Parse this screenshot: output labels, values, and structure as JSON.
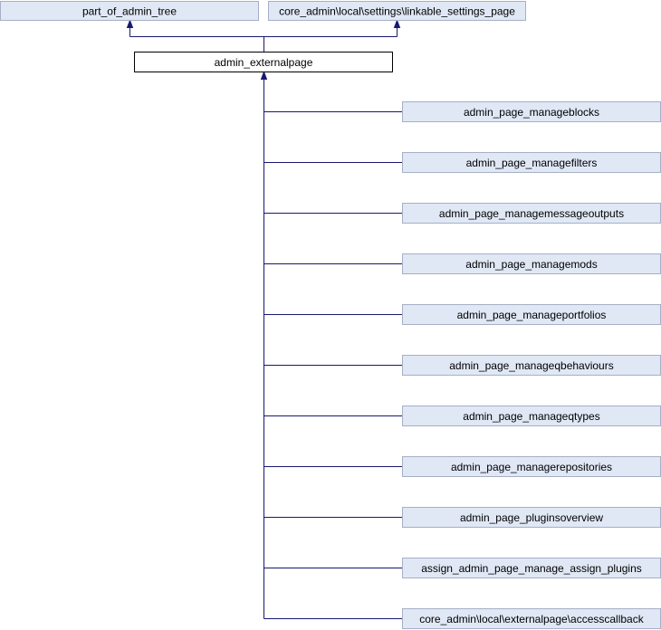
{
  "diagram": {
    "type": "class-inheritance-graph",
    "colors": {
      "edge": "#191970",
      "highlight_fill": "#ffffff",
      "highlight_border": "#000000",
      "node_fill": "#e0e8f5",
      "node_border": "#a6afc6"
    },
    "interfaces": [
      {
        "id": "part-of-admin-tree",
        "label": "part_of_admin_tree"
      },
      {
        "id": "linkable-settings-page",
        "label": "core_admin\\local\\settings\\linkable_settings_page"
      }
    ],
    "focus": {
      "id": "admin-externalpage",
      "label": "admin_externalpage"
    },
    "children": [
      {
        "id": "admin-page-manageblocks",
        "label": "admin_page_manageblocks"
      },
      {
        "id": "admin-page-managefilters",
        "label": "admin_page_managefilters"
      },
      {
        "id": "admin-page-managemessageoutputs",
        "label": "admin_page_managemessageoutputs"
      },
      {
        "id": "admin-page-managemods",
        "label": "admin_page_managemods"
      },
      {
        "id": "admin-page-manageportfolios",
        "label": "admin_page_manageportfolios"
      },
      {
        "id": "admin-page-manageqbehaviours",
        "label": "admin_page_manageqbehaviours"
      },
      {
        "id": "admin-page-manageqtypes",
        "label": "admin_page_manageqtypes"
      },
      {
        "id": "admin-page-managerepositories",
        "label": "admin_page_managerepositories"
      },
      {
        "id": "admin-page-pluginsoverview",
        "label": "admin_page_pluginsoverview"
      },
      {
        "id": "assign-admin-page-manage-assign-plugins",
        "label": "assign_admin_page_manage_assign_plugins"
      },
      {
        "id": "externalpage-accesscallback",
        "label": "core_admin\\local\\externalpage\\accesscallback"
      }
    ]
  }
}
